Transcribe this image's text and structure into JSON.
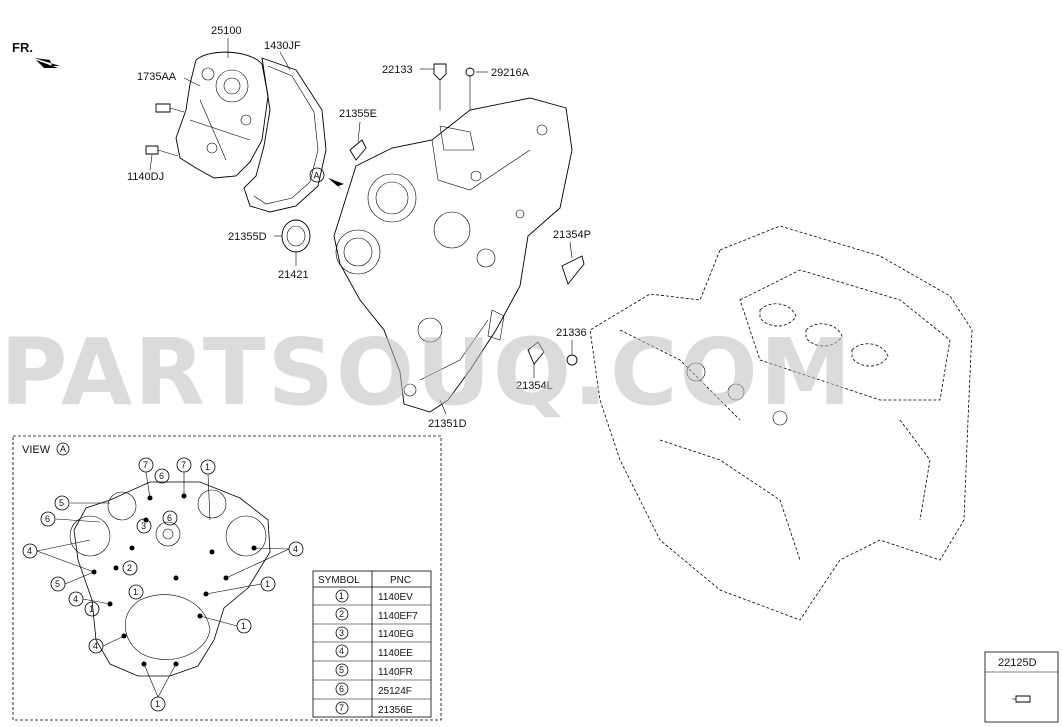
{
  "header": {
    "direction_label": "FR."
  },
  "watermark": "PARTSOUQ.COM",
  "callouts": {
    "p25100": "25100",
    "p1430JF": "1430JF",
    "p1735AA": "1735AA",
    "p1140DJ": "1140DJ",
    "p22133": "22133",
    "p29216A": "29216A",
    "p21355E": "21355E",
    "p21355D": "21355D",
    "p21421": "21421",
    "p21354P": "21354P",
    "p21336": "21336",
    "p21354L": "21354L",
    "p21351D": "21351D",
    "p22125D": "22125D"
  },
  "view": {
    "title": "VIEW",
    "marker": "A",
    "arrow_marker": "A",
    "symbols": [
      "1",
      "2",
      "3",
      "4",
      "5",
      "6",
      "7"
    ]
  },
  "table": {
    "headers": [
      "SYMBOL",
      "PNC"
    ],
    "rows": [
      {
        "symbol": "1",
        "pnc": "1140EV"
      },
      {
        "symbol": "2",
        "pnc": "1140EF7"
      },
      {
        "symbol": "3",
        "pnc": "1140EG"
      },
      {
        "symbol": "4",
        "pnc": "1140EE"
      },
      {
        "symbol": "5",
        "pnc": "1140FR"
      },
      {
        "symbol": "6",
        "pnc": "25124F"
      },
      {
        "symbol": "7",
        "pnc": "21356E"
      }
    ]
  }
}
